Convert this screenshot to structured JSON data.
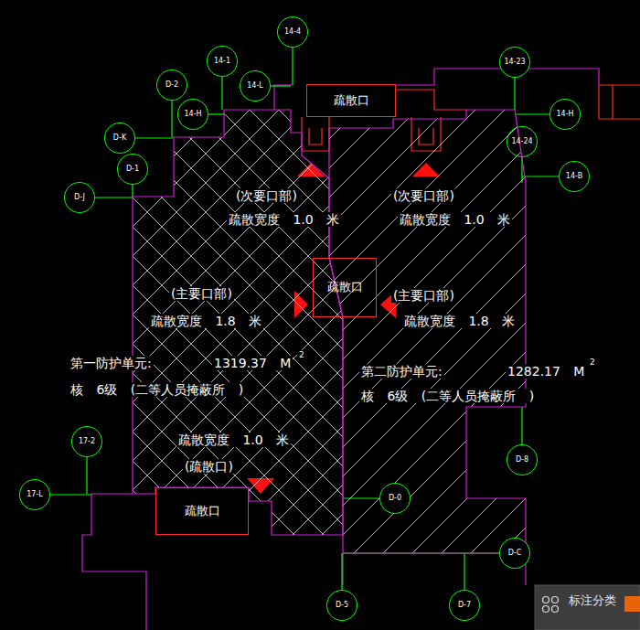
{
  "diagram": {
    "nodes": [
      {
        "text": [
          "14-4"
        ]
      },
      {
        "text": [
          "14-1"
        ]
      },
      {
        "text": [
          "14-23"
        ]
      },
      {
        "text": [
          "D-2"
        ]
      },
      {
        "text": [
          "14-L"
        ]
      },
      {
        "text": [
          "疏散口"
        ]
      },
      {
        "text": [
          "14-H"
        ]
      },
      {
        "text": [
          "14-H"
        ]
      },
      {
        "text": [
          "D-K"
        ]
      },
      {
        "text": [
          "14-24"
        ]
      },
      {
        "text": [
          "D-1"
        ]
      },
      {
        "text": [
          "14-B"
        ]
      },
      {
        "text": [
          "D-J"
        ]
      },
      {
        "text": [
          "(次要口部)",
          "疏散宽度 1.0 米",
          "(主要口部)",
          "疏散宽度 1.8 米",
          "第一防护单元:",
          "1319.37 M",
          "2",
          "核 6级 (二等人员掩蔽所 )",
          "疏散宽度 1.0 米",
          "(疏散口)"
        ]
      },
      {
        "text": [
          "(次要口部)",
          "疏散宽度 1.0 米",
          "(主要口部)",
          "疏散宽度 1.8 米",
          "第二防护单元:",
          "1282.17 M",
          "2",
          "核 6级 (二等人员掩蔽所 )"
        ]
      },
      {
        "text": [
          "疏散口"
        ]
      },
      {
        "text": [
          "17-2"
        ]
      },
      {
        "text": [
          "D-8"
        ]
      },
      {
        "text": [
          "17-L"
        ]
      },
      {
        "text": [
          "D-0"
        ]
      },
      {
        "text": [
          "疏散口"
        ]
      },
      {
        "text": [
          "D-C"
        ]
      },
      {
        "text": [
          "D-5"
        ]
      },
      {
        "text": [
          "D-7"
        ]
      }
    ],
    "labels": [
      "标注分类"
    ]
  }
}
